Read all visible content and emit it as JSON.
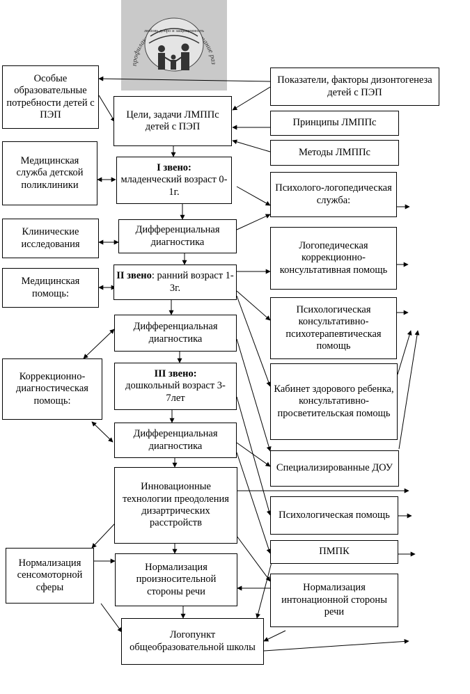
{
  "logo": {
    "ring_text": "профилактика   лечение   воспитание   развитие   коррекция",
    "inner_text": "любовь добро и защищенность"
  },
  "boxes": {
    "special_needs": "Особые образовательные потребности детей с ПЭП",
    "indicators": "Показатели, факторы дизонтогенеза детей с ПЭП",
    "goals": "Цели, задачи ЛМППс детей с ПЭП",
    "principles": "Принципы ЛМППс",
    "methods": "Методы ЛМППс",
    "medical_service": "Медицинская служба детской поликлиники",
    "level1_title": "I звено:",
    "level1_text": "младенческий возраст 0-1г.",
    "psych_logoped": "Психолого-логопедическая служба:",
    "clinical": "Клинические исследования",
    "diff1": "Дифференциальная диагностика",
    "logoped_help": "Логопедическая коррекционно-консультативная помощь",
    "medical_help": "Медицинская помощь:",
    "level2_title": "II звено",
    "level2_text": ": ранний возраст 1-3г.",
    "psych_consult": "Психологическая консультативно-психотерапевтическая помощь",
    "diff2": "Дифференциальная диагностика",
    "correction": "Коррекционно-диагностическая помощь:",
    "level3_title": "III звено:",
    "level3_text": "дошкольный возраст 3-7лет",
    "healthy_child": "Кабинет здорового ребенка, консультативно-просветительская помощь",
    "diff3": "Дифференциальная диагностика",
    "special_dou": "Специализированные ДОУ",
    "innovations": "Инновационные технологии преодоления дизартрических расстройств",
    "psych_help": "Психологическая помощь",
    "pmpk": "ПМПК",
    "sensomotor": "Нормализация сенсомоторной сферы",
    "pronunciation": "Нормализация произносительной стороны речи",
    "intonation": "Нормализация интонационной стороны речи",
    "logopunkt": "Логопункт общеобразовательной школы"
  }
}
